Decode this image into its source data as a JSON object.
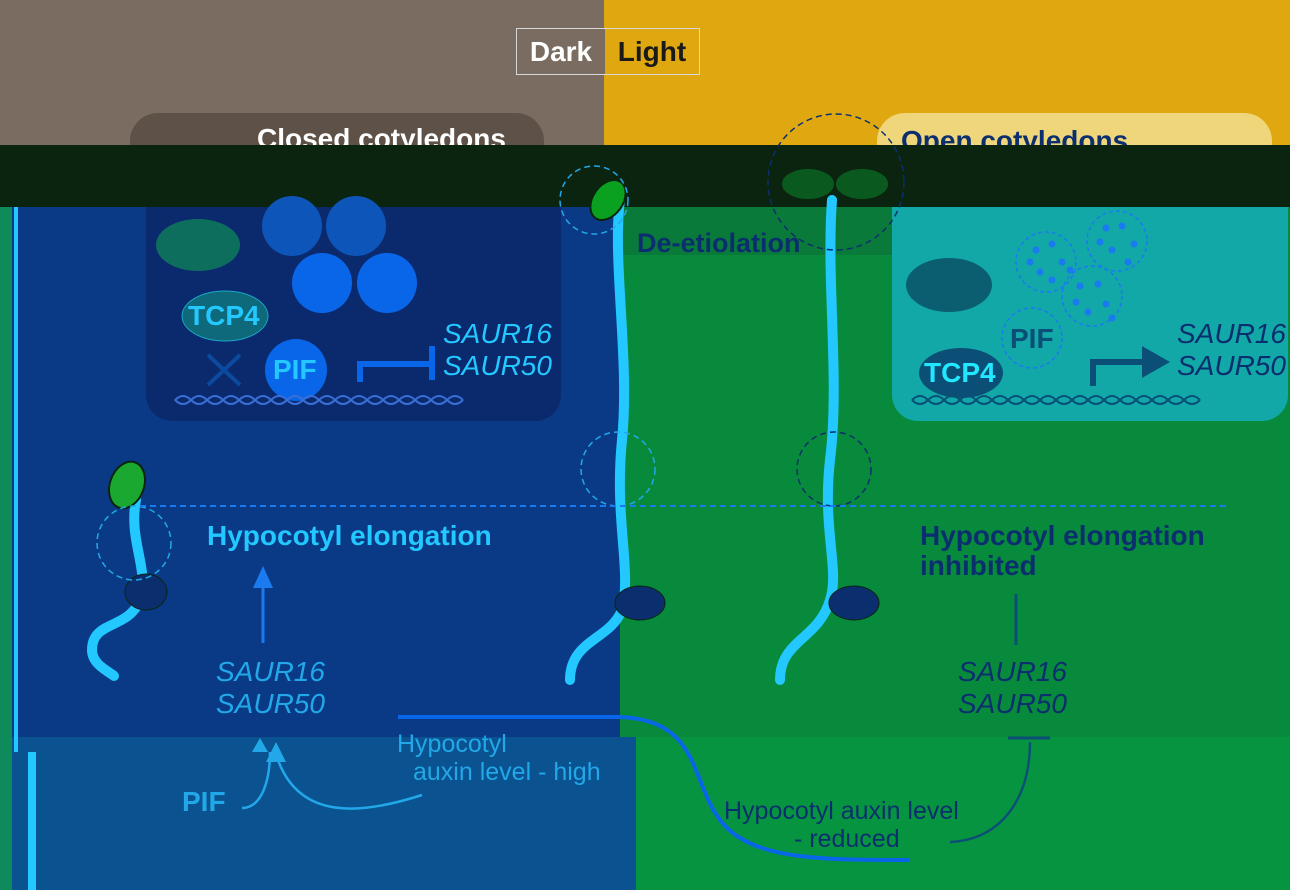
{
  "header": {
    "dark": "Dark",
    "light": "Light"
  },
  "dark_side": {
    "panel_title": "Closed cotyledons",
    "tcp4": "TCP4",
    "pif": "PIF",
    "saur_genes": [
      "SAUR16",
      "SAUR50"
    ],
    "elongation": "Hypocotyl elongation",
    "saur_lower": [
      "SAUR16",
      "SAUR50"
    ],
    "pif_lower": "PIF",
    "auxin_label": [
      "Hypocotyl",
      "auxin level - high"
    ]
  },
  "middle": {
    "transition": "De-etiolation"
  },
  "light_side": {
    "panel_title": "Open cotyledons",
    "pif": "PIF",
    "tcp4": "TCP4",
    "saur_genes": [
      "SAUR16",
      "SAUR50"
    ],
    "elongation": [
      "Hypocotyl elongation",
      "inhibited"
    ],
    "saur_lower": [
      "SAUR16",
      "SAUR50"
    ],
    "auxin_label": [
      "Hypocotyl auxin level",
      "- reduced"
    ]
  },
  "colors": {
    "dark_header": "#7a6c60",
    "light_header": "#e0a810",
    "dark_bg": "#0a3a86",
    "light_bg": "#078a3c",
    "panel_dark": "#0b2a6e",
    "panel_light": "#12a8a8",
    "accent_cyan": "#22c8ff",
    "accent_blue": "#1a7af0",
    "navy_text": "#0b2f6e"
  },
  "icons": [
    "inhibit-x-icon",
    "repression-bar-icon",
    "activation-arrow-icon",
    "dna-strand-icon",
    "seedling-icon"
  ]
}
